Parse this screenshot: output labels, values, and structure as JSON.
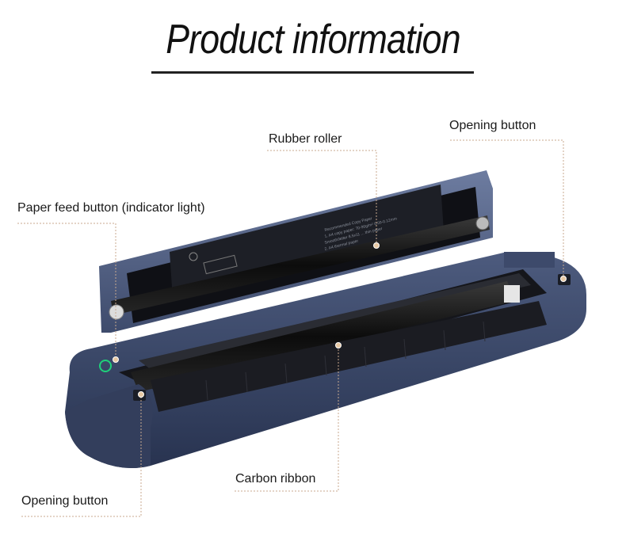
{
  "title": "Product information",
  "labels": {
    "rubber_roller": "Rubber roller",
    "opening_button_top": "Opening button",
    "paper_feed": "Paper feed button (indicator light)",
    "carbon_ribbon": "Carbon ribbon",
    "opening_button_bottom": "Opening button"
  },
  "colors": {
    "body": "#3a4767",
    "body_dark": "#2a3550",
    "lid": "#4a5a80",
    "roller": "#111111",
    "leader": "#c8a98f",
    "marker": "#e8c9a4",
    "indicator": "#1fd07a"
  }
}
